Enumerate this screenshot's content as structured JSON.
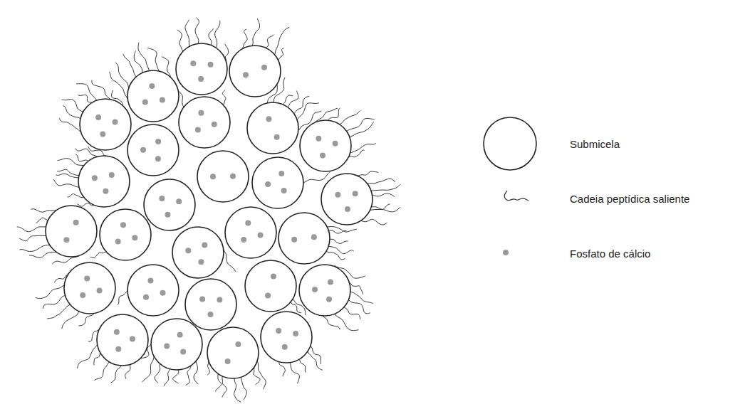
{
  "diagram": {
    "legend": [
      {
        "text": "Submicela"
      },
      {
        "text": "Cadeia peptídica saliente"
      },
      {
        "text": "Fosfato de cálcio"
      }
    ]
  }
}
